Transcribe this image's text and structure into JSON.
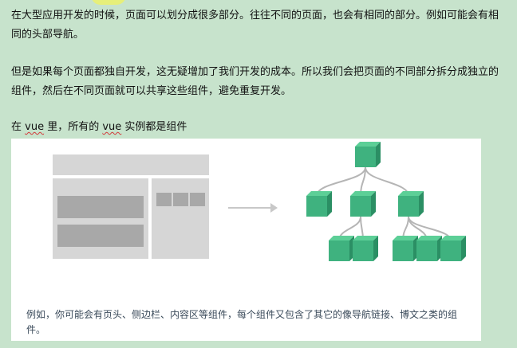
{
  "article": {
    "p1": "在大型应用开发的时候，页面可以划分成很多部分。往往不同的页面，也会有相同的部分。例如可能会有相同的头部导航。",
    "p2": "但是如果每个页面都独自开发，这无疑增加了我们开发的成本。所以我们会把页面的不同部分拆分成独立的组件，然后在不同页面就可以共享这些组件，避免重复开发。",
    "p3_pre": "在 ",
    "p3_vue1": "vue",
    "p3_mid": " 里，所有的 ",
    "p3_vue2": "vue",
    "p3_post": " 实例都是组件"
  },
  "figure": {
    "caption": "例如，你可能会有页头、侧边栏、内容区等组件，每个组件又包含了其它的像导航链接、博文之类的组件。",
    "colors": {
      "node_top": "#5ccf97",
      "node_front": "#3fb27f",
      "node_side": "#2b8f64",
      "edge": "#b5b5b5",
      "mock_light": "#d6d6d6",
      "mock_dark": "#a8a8a8"
    }
  }
}
